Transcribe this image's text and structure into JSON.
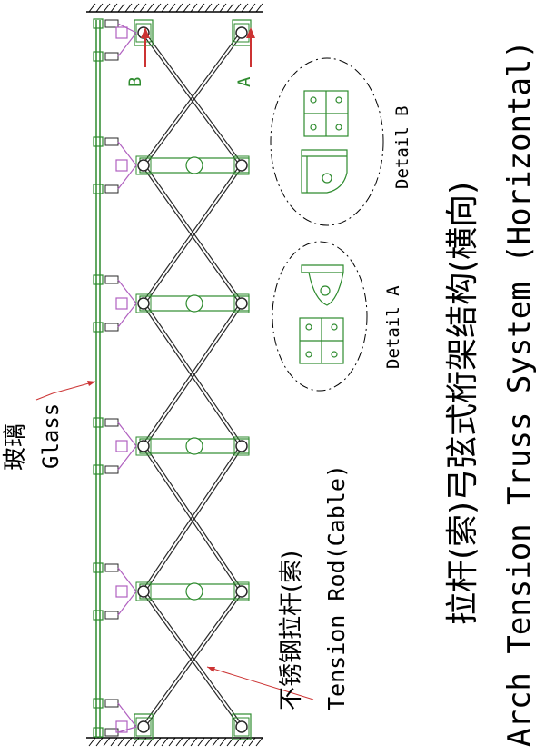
{
  "labels": {
    "glass_cn": "玻璃",
    "glass_en": "Glass",
    "rod_cn": "不锈钢拉杆(索)",
    "rod_en": "Tension Rod(Cable)",
    "detail_a": "Detail A",
    "detail_b": "Detail B",
    "marker_a": "A",
    "marker_b": "B",
    "title_cn": "拉杆(索)弓弦式桁架结构(横向)",
    "title_en": "Arch Tension Truss System (Horizontal)"
  },
  "colors": {
    "structure": "#2e8b2e",
    "rod": "#2a2a2a",
    "glass": "#2e8b2e",
    "leader": "#cc3333",
    "fitting": "#b060c0",
    "hatch": "#000000"
  },
  "icons": [
    "hatch-wall-top",
    "hatch-wall-bottom",
    "section-arrow-a",
    "section-arrow-b"
  ]
}
